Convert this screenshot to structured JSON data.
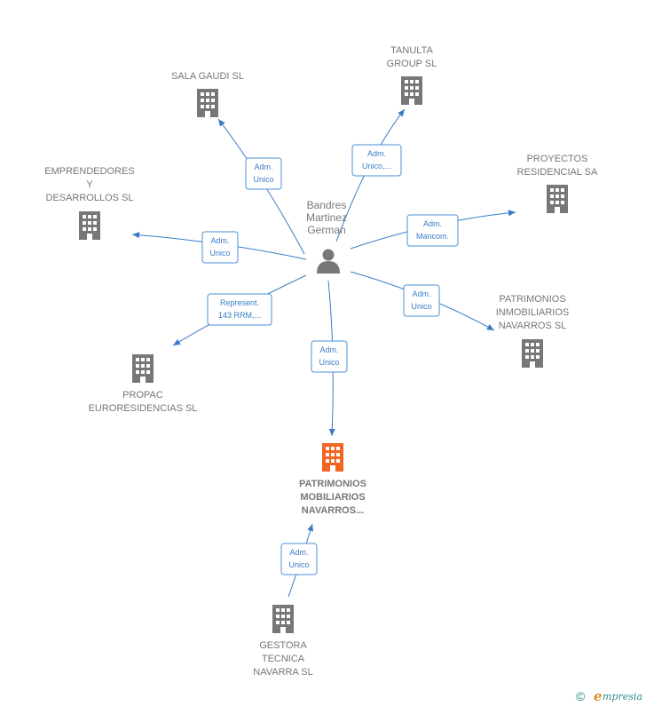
{
  "person": {
    "name_lines": [
      "Bandres",
      "Martinez",
      "German"
    ],
    "icon": "person-icon"
  },
  "companies": [
    {
      "id": "sala-gaudi",
      "lines": [
        "SALA GAUDI SL"
      ],
      "icon": "building-icon",
      "focus": false
    },
    {
      "id": "tanulta",
      "lines": [
        "TANULTA",
        "GROUP SL"
      ],
      "icon": "building-icon",
      "focus": false
    },
    {
      "id": "proyectos",
      "lines": [
        "PROYECTOS",
        "RESIDENCIAL SA"
      ],
      "icon": "building-icon",
      "focus": false
    },
    {
      "id": "emprendedores",
      "lines": [
        "EMPRENDEDORES",
        "Y",
        "DESARROLLOS SL"
      ],
      "icon": "building-icon",
      "focus": false
    },
    {
      "id": "patrimonios-inmobiliarios",
      "lines": [
        "PATRIMONIOS",
        "INMOBILIARIOS",
        "NAVARROS SL"
      ],
      "icon": "building-icon",
      "focus": false
    },
    {
      "id": "propac",
      "lines": [
        "PROPAC",
        "EURORESIDENCIAS SL"
      ],
      "icon": "building-icon",
      "focus": false
    },
    {
      "id": "patrimonios-mobiliarios",
      "lines": [
        "PATRIMONIOS",
        "MOBILIARIOS",
        "NAVARROS..."
      ],
      "icon": "building-icon",
      "focus": true
    },
    {
      "id": "gestora",
      "lines": [
        "GESTORA",
        "TECNICA",
        "NAVARRA SL"
      ],
      "icon": "building-icon",
      "focus": false
    }
  ],
  "relations": [
    {
      "id": "rel-sala-gaudi",
      "lines": [
        "Adm.",
        "Unico"
      ]
    },
    {
      "id": "rel-tanulta",
      "lines": [
        "Adm.",
        "Unico,..."
      ]
    },
    {
      "id": "rel-proyectos",
      "lines": [
        "Adm.",
        "Mancom."
      ]
    },
    {
      "id": "rel-emprendedores",
      "lines": [
        "Adm.",
        "Unico"
      ]
    },
    {
      "id": "rel-patrimonios-inmobiliarios",
      "lines": [
        "Adm.",
        "Unico"
      ]
    },
    {
      "id": "rel-propac",
      "lines": [
        "Represent.",
        "143 RRM,..."
      ]
    },
    {
      "id": "rel-patrimonios-mobiliarios",
      "lines": [
        "Adm.",
        "Unico"
      ]
    },
    {
      "id": "rel-gestora",
      "lines": [
        "Adm.",
        "Unico"
      ]
    }
  ],
  "colors": {
    "node_gray": "#777777",
    "focus_orange": "#f26522",
    "edge_blue": "#3a7bc8"
  },
  "watermark": {
    "copyright": "©",
    "brand_initial": "e",
    "brand_rest": "mpresia"
  }
}
